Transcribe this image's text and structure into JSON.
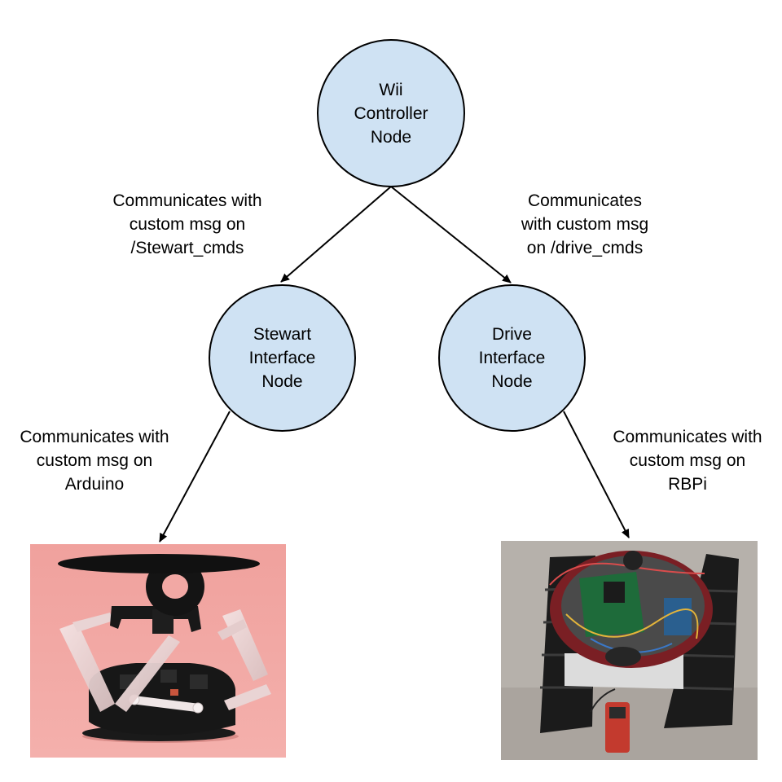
{
  "nodes": {
    "wii": [
      "Wii",
      "Controller",
      "Node"
    ],
    "stewart": [
      "Stewart",
      "Interface",
      "Node"
    ],
    "drive": [
      "Drive",
      "Interface",
      "Node"
    ]
  },
  "edges": {
    "stewart_cmds": [
      "Communicates with",
      "custom msg on",
      "/Stewart_cmds"
    ],
    "drive_cmds": [
      "Communicates",
      "with custom msg",
      "on /drive_cmds"
    ],
    "arduino": [
      "Communicates with",
      "custom msg on",
      "Arduino"
    ],
    "rbpi": [
      "Communicates with",
      "custom msg on",
      "RBPi"
    ]
  },
  "colors": {
    "node_fill": "#cfe2f3",
    "node_stroke": "#000000",
    "stewart_bg": "#f2a8a4",
    "rover_bg": "#b9b4ae"
  }
}
